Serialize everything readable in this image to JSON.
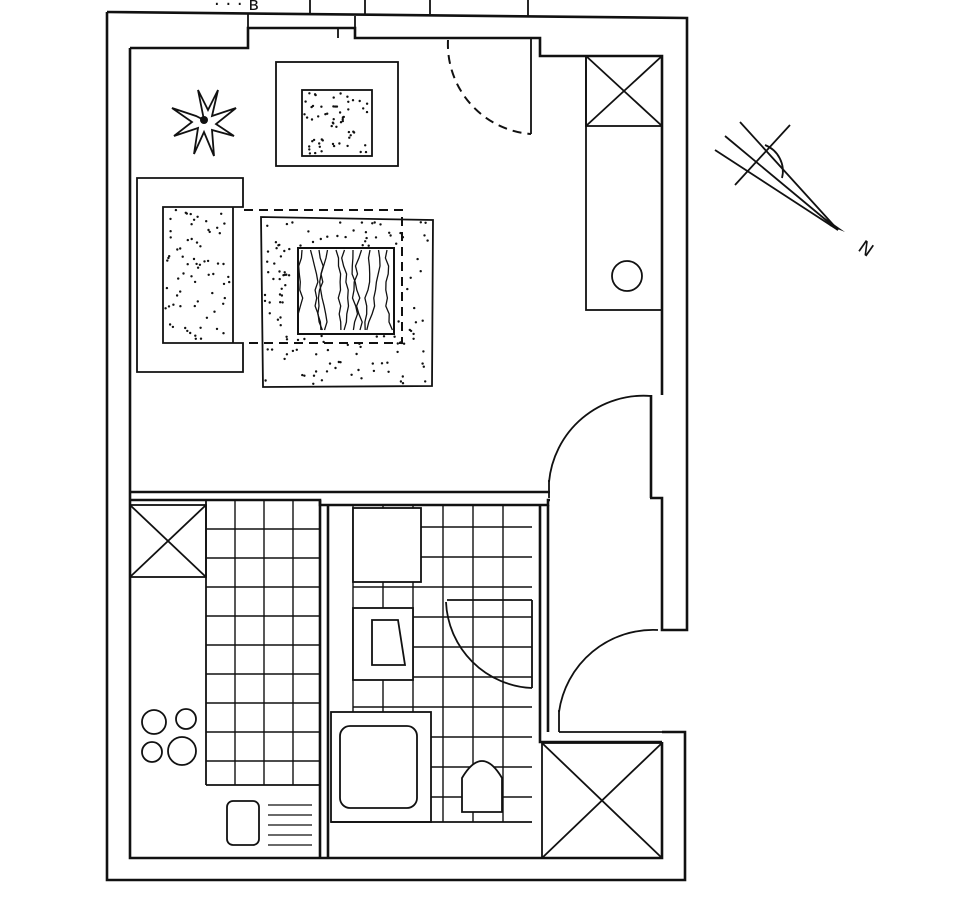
{
  "diagram": {
    "type": "floor-plan",
    "labels": {
      "top_fragment": "· · · в",
      "north_letter": "N"
    },
    "north_arrow": {
      "pointing": "bottom-right"
    },
    "rooms": [
      {
        "name": "living-room",
        "contents": [
          "plant",
          "armchair",
          "sofa",
          "rug",
          "coffee-table",
          "wardrobe",
          "sink-basin"
        ]
      },
      {
        "name": "kitchen",
        "contents": [
          "shaft",
          "stove-burners",
          "kitchen-sink"
        ]
      },
      {
        "name": "bathroom",
        "contents": [
          "washbasin",
          "bathtub",
          "toilet",
          "tiled-floor"
        ]
      },
      {
        "name": "hallway",
        "contents": [
          "wardrobe-shaft",
          "entrance-door"
        ]
      }
    ],
    "colors": {
      "ink": "#111111",
      "paper": "#ffffff"
    }
  }
}
